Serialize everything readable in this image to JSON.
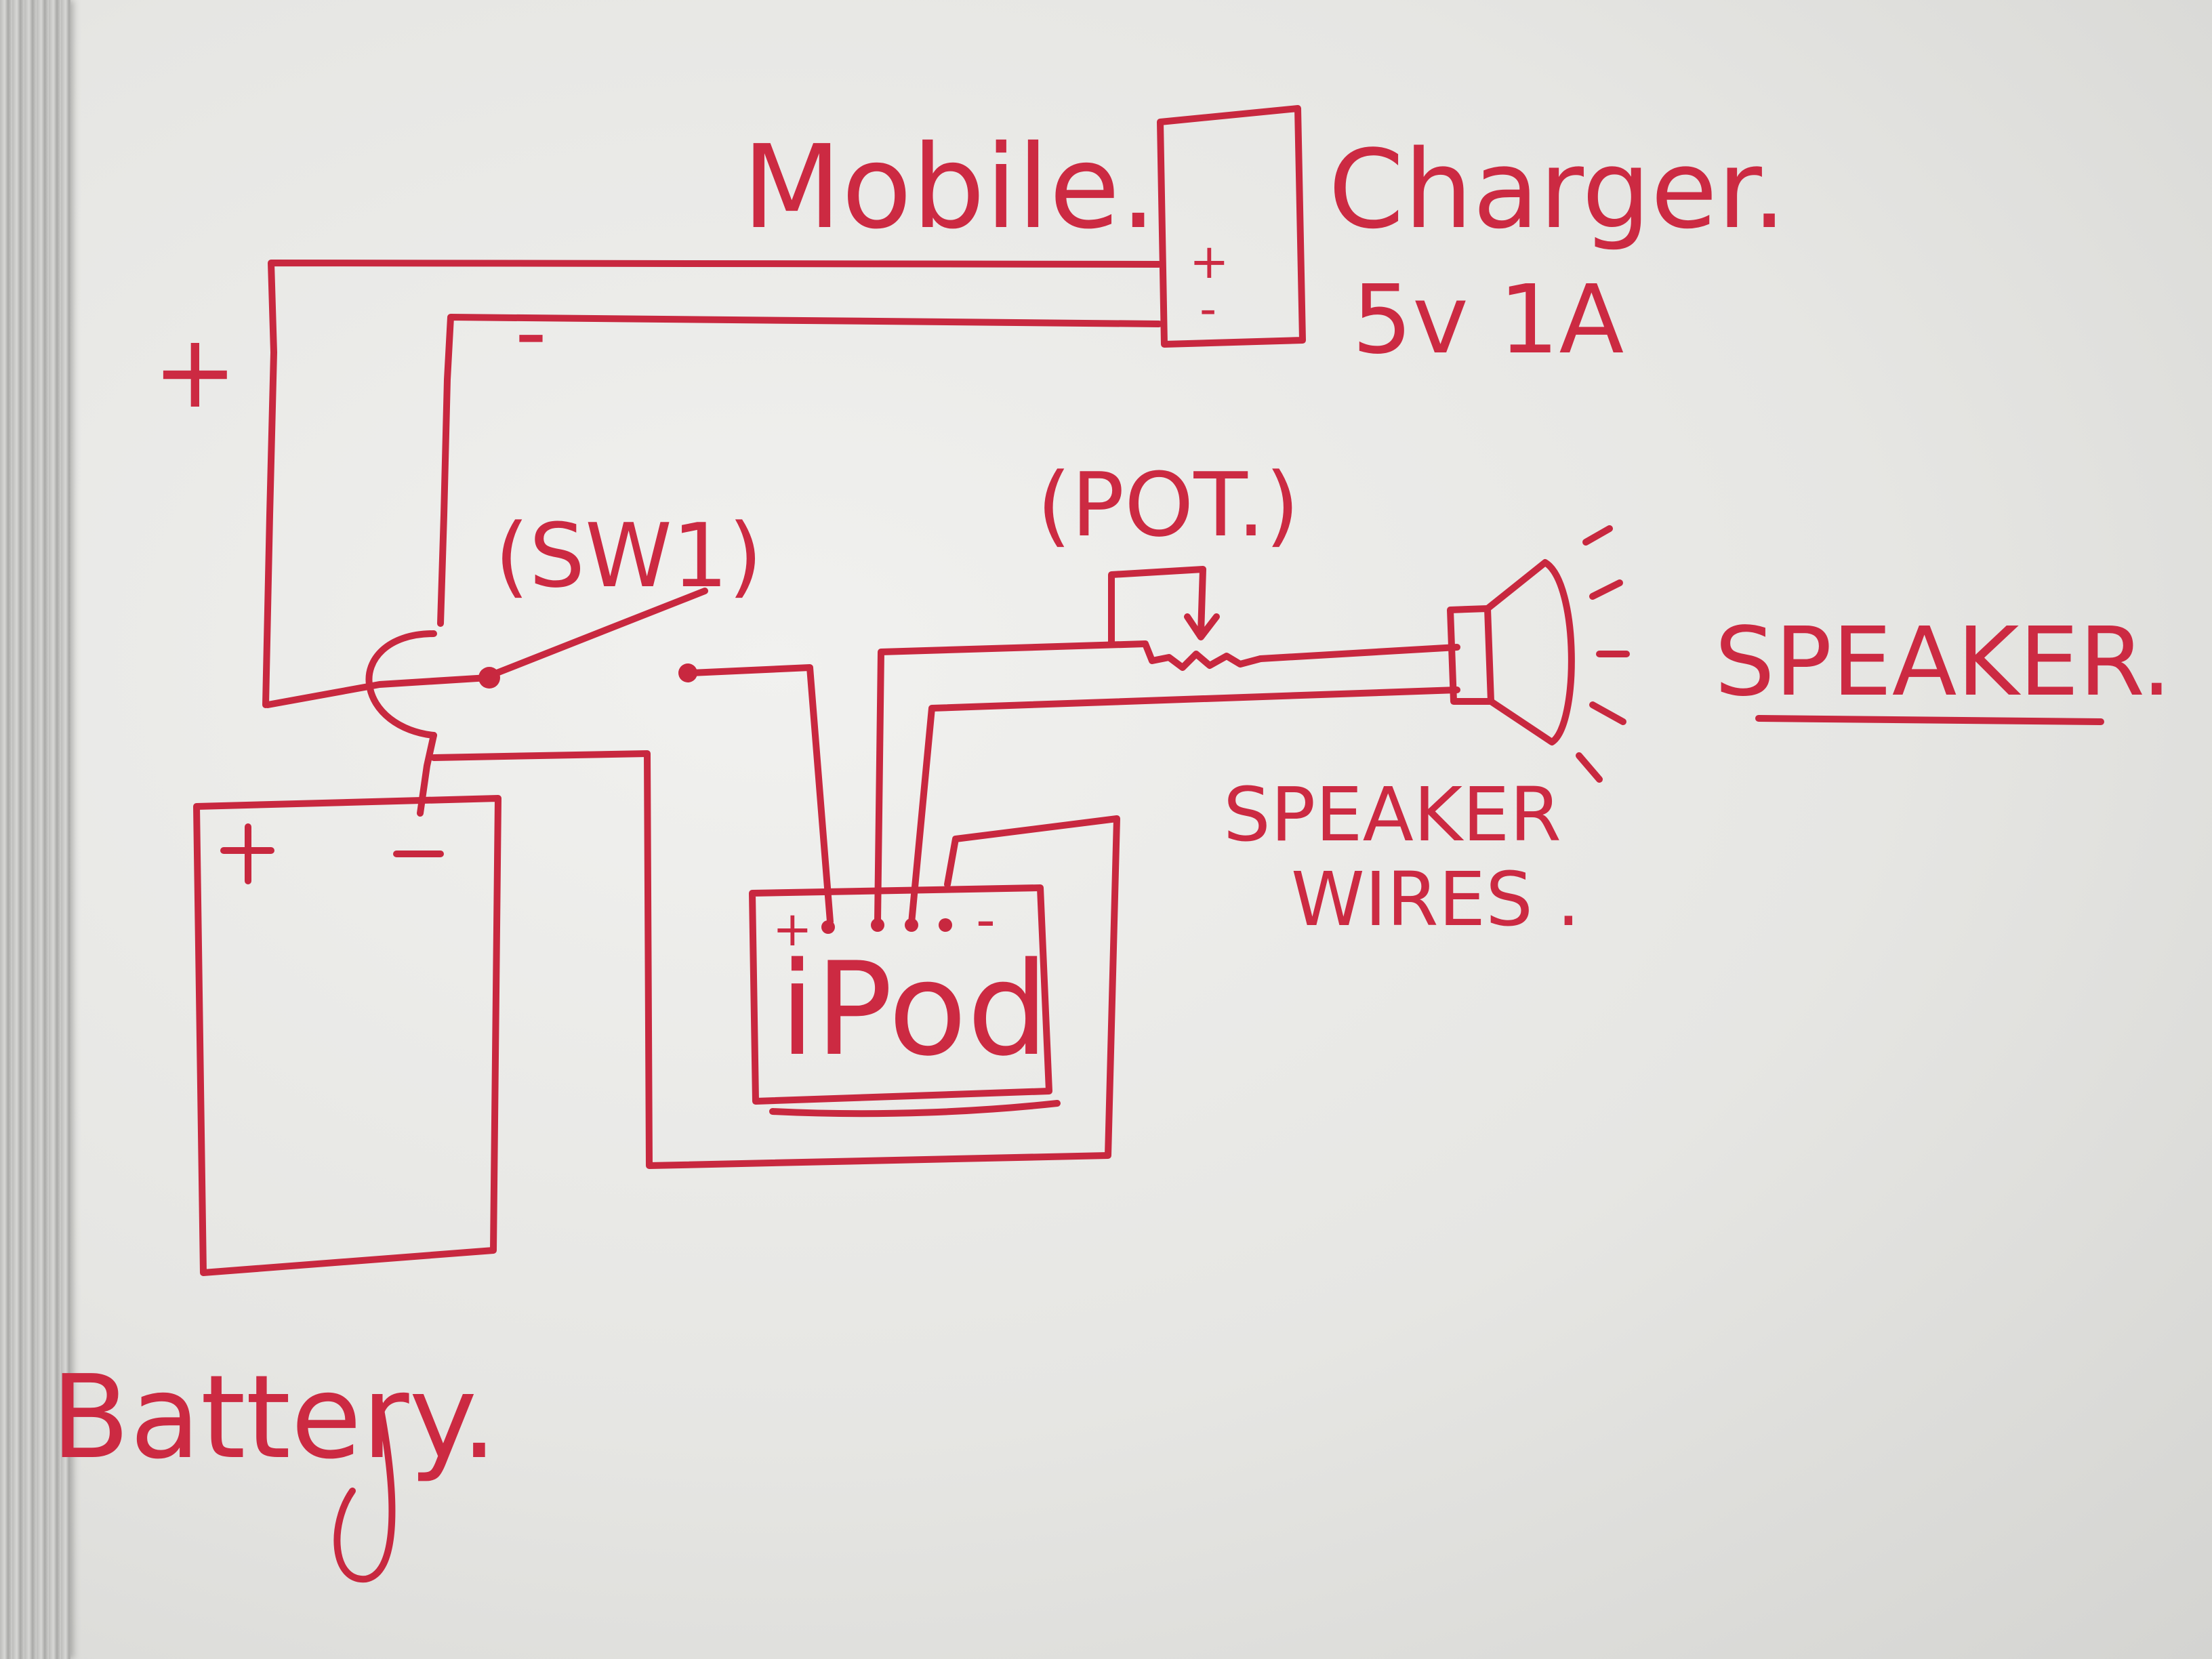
{
  "labels": {
    "mobile": "Mobile.",
    "charger": "Charger.",
    "charger_rating": "5v 1A",
    "plus_outside": "+",
    "minus_outside": "-",
    "switch": "(SW1)",
    "pot": "(POT.)",
    "speaker": "SPEAKER.",
    "speaker_wires_line1": "SPEAKER",
    "speaker_wires_line2": "WIRES .",
    "ipod": "iPod",
    "battery": "Battery.",
    "charger_plus": "+",
    "charger_minus": "-",
    "battery_plus": "+",
    "battery_minus": "-",
    "ipod_plus": "+",
    "ipod_minus": "-"
  },
  "colors": {
    "ink": "#c8283f",
    "board": "#eeeeec"
  }
}
